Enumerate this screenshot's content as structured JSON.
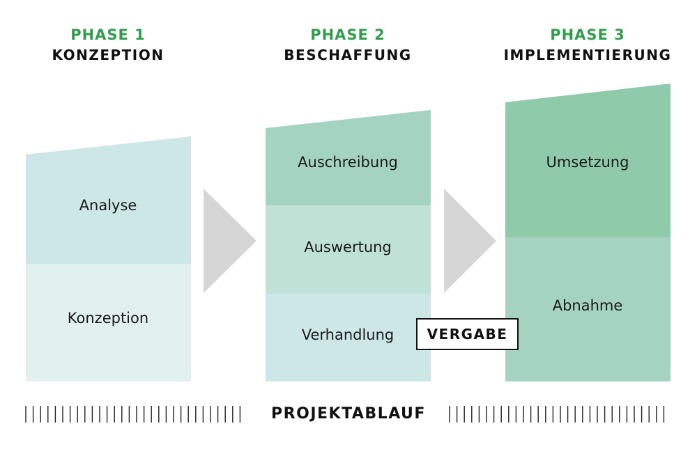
{
  "phases": [
    {
      "number": "PHASE 1",
      "title": "KONZEPTION",
      "segments": [
        "Analyse",
        "Konzeption"
      ]
    },
    {
      "number": "PHASE 2",
      "title": "BESCHAFFUNG",
      "segments": [
        "Auschreibung",
        "Auswertung",
        "Verhandlung"
      ]
    },
    {
      "number": "PHASE 3",
      "title": "IMPLEMENTIERUNG",
      "segments": [
        "Umsetzung",
        "Abnahme"
      ]
    }
  ],
  "milestone": "VERGABE",
  "timeline_label": "PROJEKTABLAUF",
  "colors": {
    "accent_green": "#2f9e4c",
    "phase1": [
      "#cde6e6",
      "#e2f1ee"
    ],
    "phase2": [
      "#a4d4c0",
      "#c0e2d6",
      "#cde6e6"
    ],
    "phase3": [
      "#8fcaaa",
      "#a4d4c0"
    ],
    "arrow": "#d6d6d6"
  }
}
